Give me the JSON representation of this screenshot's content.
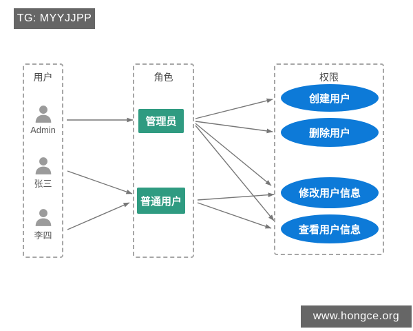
{
  "watermarks": {
    "tg_badge": "TG: MYYJJPP",
    "site_badge": "www.hongce.org"
  },
  "colors": {
    "badge_bg": "#666666",
    "role_bg": "#2f9b81",
    "permission_bg": "#0d7ad8",
    "arrow": "#777777",
    "dashed_border": "#a6a6a6",
    "person_icon": "#9b9b9b"
  },
  "diagram": {
    "users_column": {
      "title": "用户",
      "users": [
        {
          "label": "Admin"
        },
        {
          "label": "张三"
        },
        {
          "label": "李四"
        }
      ]
    },
    "roles_column": {
      "title": "角色",
      "roles": [
        {
          "label": "管理员"
        },
        {
          "label": "普通用户"
        }
      ]
    },
    "permissions_column": {
      "title": "权限",
      "permissions": [
        {
          "label": "创建用户"
        },
        {
          "label": "删除用户"
        },
        {
          "label": "修改用户信息"
        },
        {
          "label": "查看用户信息"
        }
      ]
    },
    "edges": [
      {
        "from": "Admin",
        "to": "管理员"
      },
      {
        "from": "张三",
        "to": "普通用户"
      },
      {
        "from": "李四",
        "to": "普通用户"
      },
      {
        "from": "管理员",
        "to": "创建用户"
      },
      {
        "from": "管理员",
        "to": "删除用户"
      },
      {
        "from": "管理员",
        "to": "修改用户信息"
      },
      {
        "from": "管理员",
        "to": "查看用户信息"
      },
      {
        "from": "普通用户",
        "to": "修改用户信息"
      },
      {
        "from": "普通用户",
        "to": "查看用户信息"
      }
    ]
  }
}
